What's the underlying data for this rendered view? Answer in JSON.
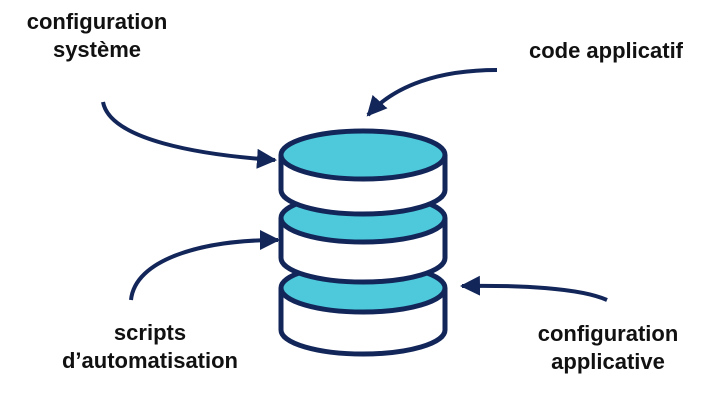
{
  "diagram": {
    "colors": {
      "stroke": "#13265a",
      "fill": "#4dc9db",
      "body": "#ffffff",
      "text": "#111111"
    },
    "database_icon": {
      "layers": 3,
      "icon": "database-stack-icon"
    },
    "labels": {
      "config_system": {
        "line1": "configuration",
        "line2": "système"
      },
      "code_app": {
        "line1": "code applicatif"
      },
      "scripts": {
        "line1": "scripts",
        "line2": "d’automatisation"
      },
      "config_app": {
        "line1": "configuration",
        "line2": "applicative"
      }
    }
  }
}
